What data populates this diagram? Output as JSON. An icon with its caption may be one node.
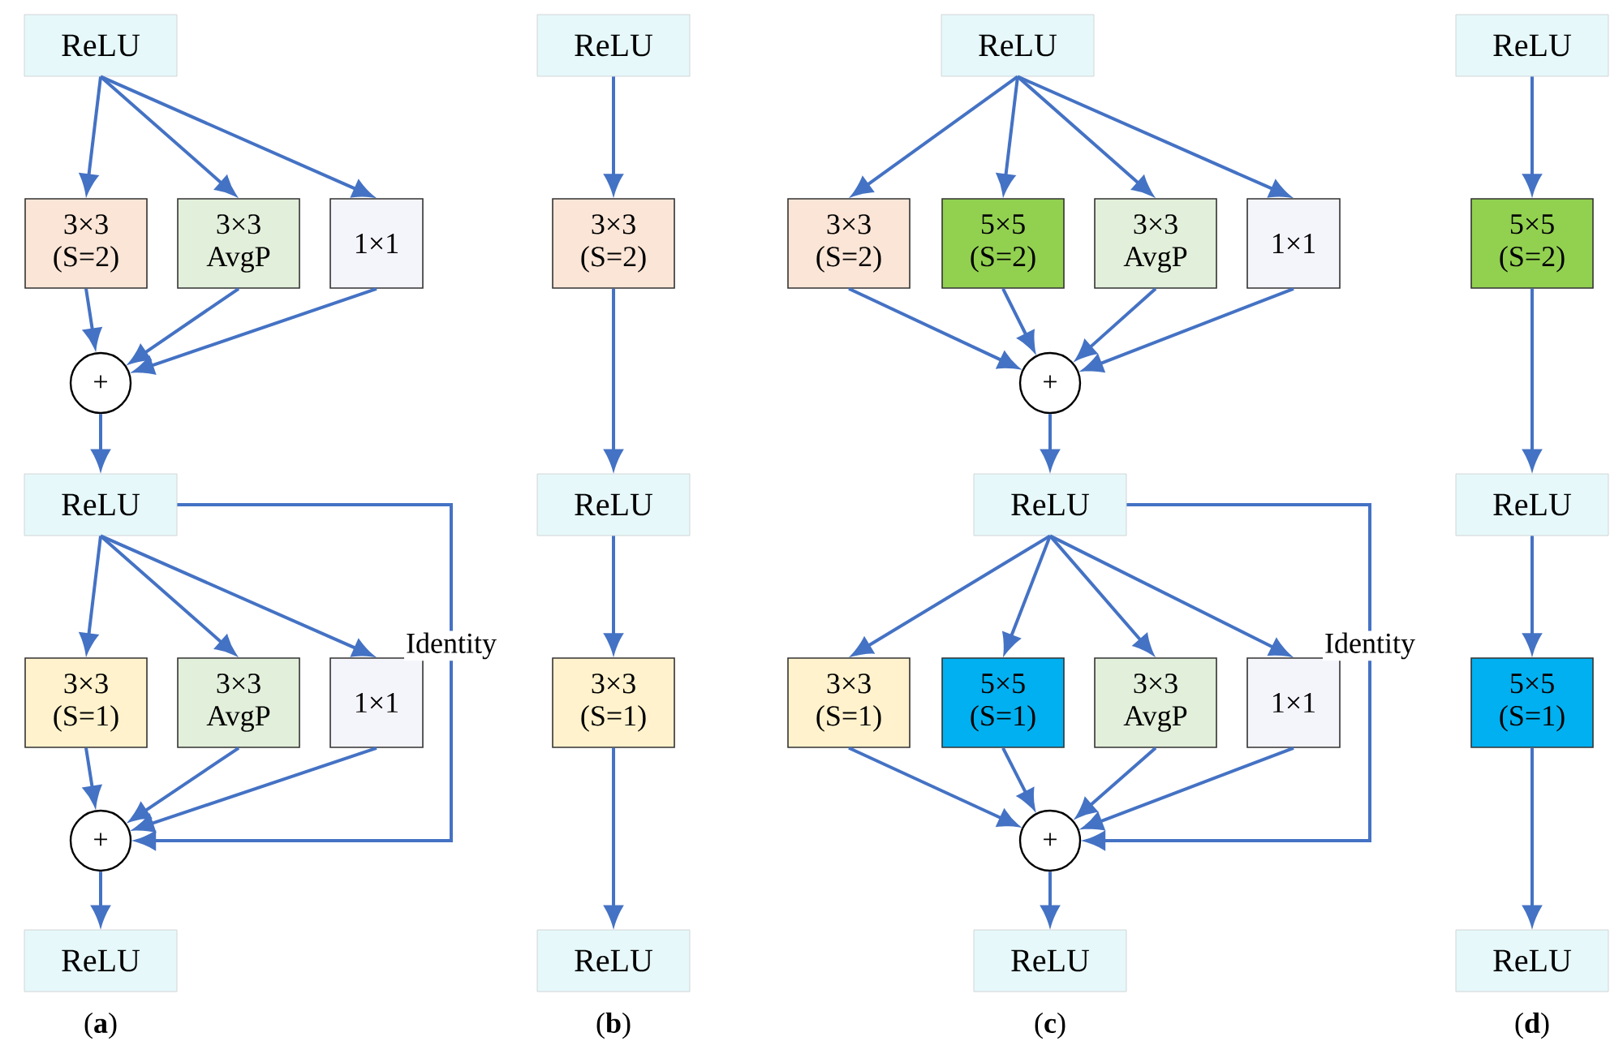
{
  "diagram": {
    "nodes": [
      {
        "text": [
          "ReLU"
        ]
      },
      {
        "text": [
          "3×3 (S=2)"
        ]
      },
      {
        "text": [
          "3×3 AvgP"
        ]
      },
      {
        "text": [
          "1×1"
        ]
      },
      {
        "text": [
          "+"
        ]
      },
      {
        "text": [
          "ReLU"
        ]
      },
      {
        "text": [
          "3×3 (S=1)"
        ]
      },
      {
        "text": [
          "3×3 AvgP"
        ]
      },
      {
        "text": [
          "1×1"
        ]
      },
      {
        "text": [
          "+"
        ]
      },
      {
        "text": [
          "ReLU"
        ]
      },
      {
        "text": [
          "ReLU"
        ]
      },
      {
        "text": [
          "3×3 (S=2)"
        ]
      },
      {
        "text": [
          "ReLU"
        ]
      },
      {
        "text": [
          "3×3 (S=1)"
        ]
      },
      {
        "text": [
          "ReLU"
        ]
      },
      {
        "text": [
          "ReLU"
        ]
      },
      {
        "text": [
          "3×3 (S=2)"
        ]
      },
      {
        "text": [
          "5×5 (S=2)"
        ]
      },
      {
        "text": [
          "3×3 AvgP"
        ]
      },
      {
        "text": [
          "1×1"
        ]
      },
      {
        "text": [
          "+"
        ]
      },
      {
        "text": [
          "ReLU"
        ]
      },
      {
        "text": [
          "3×3 (S=1)"
        ]
      },
      {
        "text": [
          "5×5 (S=1)"
        ]
      },
      {
        "text": [
          "3×3 AvgP"
        ]
      },
      {
        "text": [
          "1×1"
        ]
      },
      {
        "text": [
          "+"
        ]
      },
      {
        "text": [
          "ReLU"
        ]
      },
      {
        "text": [
          "ReLU"
        ]
      },
      {
        "text": [
          "5×5 (S=2)"
        ]
      },
      {
        "text": [
          "ReLU"
        ]
      },
      {
        "text": [
          "5×5 (S=1)"
        ]
      },
      {
        "text": [
          "ReLU"
        ]
      }
    ],
    "edges": [
      {
        "from": 0,
        "to": 1,
        "arrow": "to"
      },
      {
        "from": 0,
        "to": 2,
        "arrow": "to"
      },
      {
        "from": 0,
        "to": 3,
        "arrow": "to"
      },
      {
        "from": 1,
        "to": 4,
        "arrow": "to"
      },
      {
        "from": 2,
        "to": 4,
        "arrow": "to"
      },
      {
        "from": 3,
        "to": 4,
        "arrow": "to"
      },
      {
        "from": 4,
        "to": 5,
        "arrow": "to"
      },
      {
        "from": 5,
        "to": 6,
        "arrow": "to"
      },
      {
        "from": 5,
        "to": 7,
        "arrow": "to"
      },
      {
        "from": 5,
        "to": 8,
        "arrow": "to"
      },
      {
        "from": 6,
        "to": 9,
        "arrow": "to"
      },
      {
        "from": 7,
        "to": 9,
        "arrow": "to"
      },
      {
        "from": 8,
        "to": 9,
        "arrow": "to"
      },
      {
        "from": 5,
        "to": 9,
        "arrow": "to",
        "label": "Identity"
      },
      {
        "from": 9,
        "to": 10,
        "arrow": "to"
      },
      {
        "from": 11,
        "to": 12,
        "arrow": "to"
      },
      {
        "from": 12,
        "to": 13,
        "arrow": "to"
      },
      {
        "from": 13,
        "to": 14,
        "arrow": "to"
      },
      {
        "from": 14,
        "to": 15,
        "arrow": "to"
      },
      {
        "from": 16,
        "to": 17,
        "arrow": "to"
      },
      {
        "from": 16,
        "to": 18,
        "arrow": "to"
      },
      {
        "from": 16,
        "to": 19,
        "arrow": "to"
      },
      {
        "from": 16,
        "to": 20,
        "arrow": "to"
      },
      {
        "from": 17,
        "to": 21,
        "arrow": "to"
      },
      {
        "from": 18,
        "to": 21,
        "arrow": "to"
      },
      {
        "from": 19,
        "to": 21,
        "arrow": "to"
      },
      {
        "from": 20,
        "to": 21,
        "arrow": "to"
      },
      {
        "from": 21,
        "to": 22,
        "arrow": "to"
      },
      {
        "from": 22,
        "to": 23,
        "arrow": "to"
      },
      {
        "from": 22,
        "to": 24,
        "arrow": "to"
      },
      {
        "from": 22,
        "to": 25,
        "arrow": "to"
      },
      {
        "from": 22,
        "to": 26,
        "arrow": "to"
      },
      {
        "from": 23,
        "to": 27,
        "arrow": "to"
      },
      {
        "from": 24,
        "to": 27,
        "arrow": "to"
      },
      {
        "from": 25,
        "to": 27,
        "arrow": "to"
      },
      {
        "from": 26,
        "to": 27,
        "arrow": "to"
      },
      {
        "from": 22,
        "to": 27,
        "arrow": "to",
        "label": "Identity"
      },
      {
        "from": 27,
        "to": 28,
        "arrow": "to"
      },
      {
        "from": 29,
        "to": 30,
        "arrow": "to"
      },
      {
        "from": 30,
        "to": 31,
        "arrow": "to"
      },
      {
        "from": 31,
        "to": 32,
        "arrow": "to"
      },
      {
        "from": 32,
        "to": 33,
        "arrow": "to"
      }
    ],
    "labels": [
      "(**a**)",
      "(**b**)",
      "(**c**)",
      "(**d**)"
    ]
  }
}
